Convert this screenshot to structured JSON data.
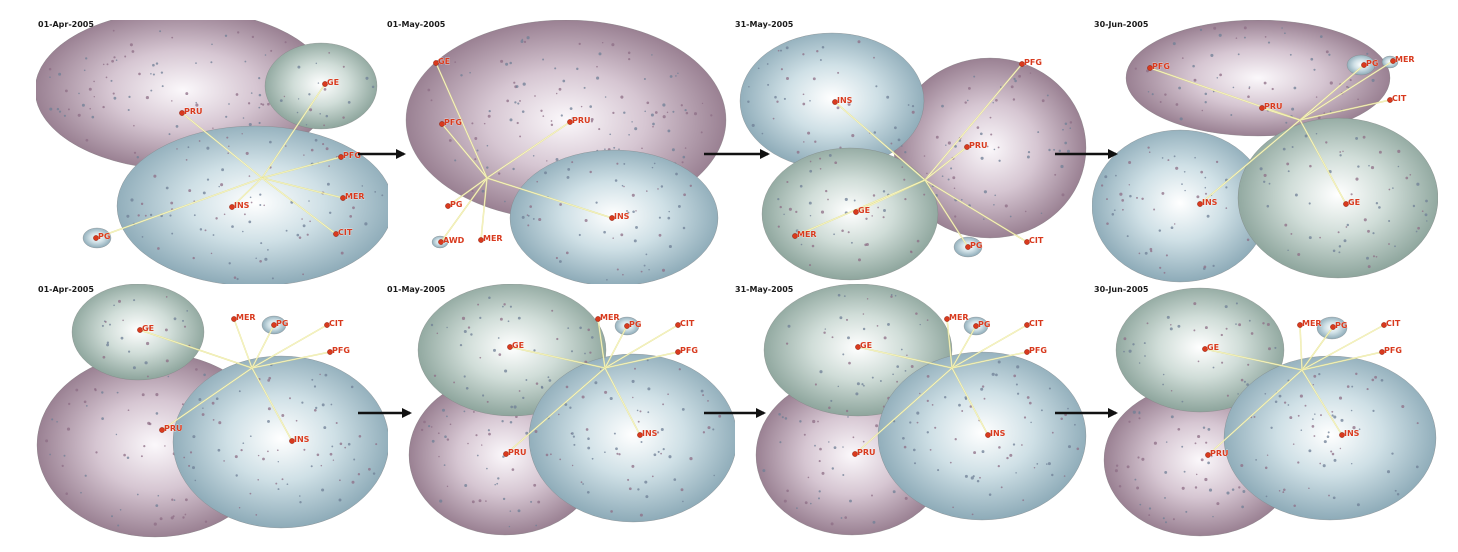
{
  "colors": {
    "purple": "#9a7f92",
    "blue": "#8daebd",
    "teal": "#8ea89f",
    "edge": "#e4e28a",
    "node": "#d83a1e",
    "arrow": "#111111"
  },
  "rows": [
    {
      "panels": [
        {
          "date": "01-Apr-2005",
          "hub": [
            262,
            178
          ],
          "spheres": [
            {
              "c": [
                183,
                90
              ],
              "r": [
                148,
                80
              ],
              "col": "purple"
            },
            {
              "c": [
                321,
                86
              ],
              "r": [
                56,
                43
              ],
              "col": "teal"
            },
            {
              "c": [
                255,
                206
              ],
              "r": [
                138,
                80
              ],
              "col": "blue"
            },
            {
              "c": [
                97,
                238
              ],
              "r": [
                14,
                10
              ],
              "col": "blue"
            }
          ],
          "nodes": [
            {
              "label": "GE",
              "p": [
                325,
                84
              ]
            },
            {
              "label": "PRU",
              "p": [
                182,
                113
              ]
            },
            {
              "label": "PFG",
              "p": [
                341,
                157
              ]
            },
            {
              "label": "MER",
              "p": [
                343,
                198
              ]
            },
            {
              "label": "INS",
              "p": [
                232,
                207
              ]
            },
            {
              "label": "CIT",
              "p": [
                336,
                234
              ]
            },
            {
              "label": "PG",
              "p": [
                96,
                238
              ]
            }
          ]
        },
        {
          "date": "01-May-2005",
          "hub": [
            487,
            178
          ],
          "spheres": [
            {
              "c": [
                566,
                120
              ],
              "r": [
                160,
                100
              ],
              "col": "purple"
            },
            {
              "c": [
                614,
                218
              ],
              "r": [
                104,
                68
              ],
              "col": "blue"
            },
            {
              "c": [
                440,
                242
              ],
              "r": [
                8,
                6
              ],
              "col": "blue"
            }
          ],
          "nodes": [
            {
              "label": "GE",
              "p": [
                436,
                63
              ]
            },
            {
              "label": "PRU",
              "p": [
                570,
                122
              ]
            },
            {
              "label": "PFG",
              "p": [
                442,
                124
              ]
            },
            {
              "label": "PG",
              "p": [
                448,
                206
              ]
            },
            {
              "label": "INS",
              "p": [
                612,
                218
              ]
            },
            {
              "label": "AWD",
              "p": [
                441,
                242
              ]
            },
            {
              "label": "MER",
              "p": [
                481,
                240
              ]
            }
          ]
        },
        {
          "date": "31-May-2005",
          "hub": [
            925,
            180
          ],
          "spheres": [
            {
              "c": [
                990,
                148
              ],
              "r": [
                96,
                90
              ],
              "col": "purple"
            },
            {
              "c": [
                832,
                101
              ],
              "r": [
                92,
                68
              ],
              "col": "blue"
            },
            {
              "c": [
                850,
                214
              ],
              "r": [
                88,
                66
              ],
              "col": "teal"
            },
            {
              "c": [
                968,
                247
              ],
              "r": [
                14,
                10
              ],
              "col": "blue"
            }
          ],
          "nodes": [
            {
              "label": "PFG",
              "p": [
                1022,
                64
              ]
            },
            {
              "label": "INS",
              "p": [
                835,
                102
              ]
            },
            {
              "label": "PRU",
              "p": [
                967,
                147
              ]
            },
            {
              "label": "GE",
              "p": [
                856,
                212
              ]
            },
            {
              "label": "MER",
              "p": [
                795,
                236
              ]
            },
            {
              "label": "PG",
              "p": [
                968,
                247
              ]
            },
            {
              "label": "CIT",
              "p": [
                1027,
                242
              ]
            }
          ]
        },
        {
          "date": "30-Jun-2005",
          "hub": [
            1300,
            120
          ],
          "spheres": [
            {
              "c": [
                1258,
                78
              ],
              "r": [
                132,
                58
              ],
              "col": "purple"
            },
            {
              "c": [
                1180,
                206
              ],
              "r": [
                88,
                76
              ],
              "col": "blue"
            },
            {
              "c": [
                1338,
                198
              ],
              "r": [
                100,
                80
              ],
              "col": "teal"
            },
            {
              "c": [
                1361,
                65
              ],
              "r": [
                14,
                10
              ],
              "col": "blue"
            },
            {
              "c": [
                1390,
                62
              ],
              "r": [
                8,
                6
              ],
              "col": "blue"
            }
          ],
          "nodes": [
            {
              "label": "PFG",
              "p": [
                1150,
                68
              ]
            },
            {
              "label": "PRU",
              "p": [
                1262,
                108
              ]
            },
            {
              "label": "PG",
              "p": [
                1364,
                65
              ]
            },
            {
              "label": "MER",
              "p": [
                1393,
                61
              ]
            },
            {
              "label": "CIT",
              "p": [
                1390,
                100
              ]
            },
            {
              "label": "INS",
              "p": [
                1200,
                204
              ]
            },
            {
              "label": "GE",
              "p": [
                1346,
                204
              ]
            }
          ]
        }
      ]
    },
    {
      "panels": [
        {
          "date": "01-Apr-2005",
          "hub": [
            252,
            368
          ],
          "spheres": [
            {
              "c": [
                155,
                445
              ],
              "r": [
                118,
                92
              ],
              "col": "purple"
            },
            {
              "c": [
                138,
                332
              ],
              "r": [
                66,
                48
              ],
              "col": "teal"
            },
            {
              "c": [
                281,
                442
              ],
              "r": [
                108,
                86
              ],
              "col": "blue"
            },
            {
              "c": [
                274,
                325
              ],
              "r": [
                12,
                9
              ],
              "col": "blue"
            }
          ],
          "nodes": [
            {
              "label": "GE",
              "p": [
                140,
                330
              ]
            },
            {
              "label": "MER",
              "p": [
                234,
                319
              ]
            },
            {
              "label": "PG",
              "p": [
                274,
                325
              ]
            },
            {
              "label": "CIT",
              "p": [
                327,
                325
              ]
            },
            {
              "label": "PFG",
              "p": [
                330,
                352
              ]
            },
            {
              "label": "PRU",
              "p": [
                162,
                430
              ]
            },
            {
              "label": "INS",
              "p": [
                292,
                441
              ]
            }
          ]
        },
        {
          "date": "01-May-2005",
          "hub": [
            605,
            368
          ],
          "spheres": [
            {
              "c": [
                505,
                455
              ],
              "r": [
                96,
                80
              ],
              "col": "purple"
            },
            {
              "c": [
                512,
                350
              ],
              "r": [
                94,
                66
              ],
              "col": "teal"
            },
            {
              "c": [
                633,
                438
              ],
              "r": [
                104,
                84
              ],
              "col": "blue"
            },
            {
              "c": [
                627,
                326
              ],
              "r": [
                12,
                9
              ],
              "col": "blue"
            }
          ],
          "nodes": [
            {
              "label": "GE",
              "p": [
                510,
                347
              ]
            },
            {
              "label": "MER",
              "p": [
                598,
                319
              ]
            },
            {
              "label": "PG",
              "p": [
                627,
                326
              ]
            },
            {
              "label": "CIT",
              "p": [
                678,
                325
              ]
            },
            {
              "label": "PFG",
              "p": [
                678,
                352
              ]
            },
            {
              "label": "PRU",
              "p": [
                506,
                454
              ]
            },
            {
              "label": "INS",
              "p": [
                640,
                435
              ]
            }
          ]
        },
        {
          "date": "31-May-2005",
          "hub": [
            952,
            368
          ],
          "spheres": [
            {
              "c": [
                852,
                455
              ],
              "r": [
                96,
                80
              ],
              "col": "purple"
            },
            {
              "c": [
                858,
                350
              ],
              "r": [
                94,
                66
              ],
              "col": "teal"
            },
            {
              "c": [
                982,
                436
              ],
              "r": [
                104,
                84
              ],
              "col": "blue"
            },
            {
              "c": [
                976,
                326
              ],
              "r": [
                12,
                9
              ],
              "col": "blue"
            }
          ],
          "nodes": [
            {
              "label": "GE",
              "p": [
                858,
                347
              ]
            },
            {
              "label": "MER",
              "p": [
                947,
                319
              ]
            },
            {
              "label": "PG",
              "p": [
                976,
                326
              ]
            },
            {
              "label": "CIT",
              "p": [
                1027,
                325
              ]
            },
            {
              "label": "PFG",
              "p": [
                1027,
                352
              ]
            },
            {
              "label": "PRU",
              "p": [
                855,
                454
              ]
            },
            {
              "label": "INS",
              "p": [
                988,
                435
              ]
            }
          ]
        },
        {
          "date": "30-Jun-2005",
          "hub": [
            1302,
            370
          ],
          "spheres": [
            {
              "c": [
                1200,
                460
              ],
              "r": [
                96,
                76
              ],
              "col": "purple"
            },
            {
              "c": [
                1200,
                350
              ],
              "r": [
                84,
                62
              ],
              "col": "teal"
            },
            {
              "c": [
                1330,
                438
              ],
              "r": [
                106,
                82
              ],
              "col": "blue"
            },
            {
              "c": [
                1332,
                328
              ],
              "r": [
                15,
                11
              ],
              "col": "blue"
            }
          ],
          "nodes": [
            {
              "label": "GE",
              "p": [
                1205,
                349
              ]
            },
            {
              "label": "MER",
              "p": [
                1300,
                325
              ]
            },
            {
              "label": "PG",
              "p": [
                1333,
                327
              ]
            },
            {
              "label": "CIT",
              "p": [
                1384,
                325
              ]
            },
            {
              "label": "PFG",
              "p": [
                1382,
                352
              ]
            },
            {
              "label": "PRU",
              "p": [
                1208,
                455
              ]
            },
            {
              "label": "INS",
              "p": [
                1342,
                435
              ]
            }
          ]
        }
      ]
    }
  ]
}
